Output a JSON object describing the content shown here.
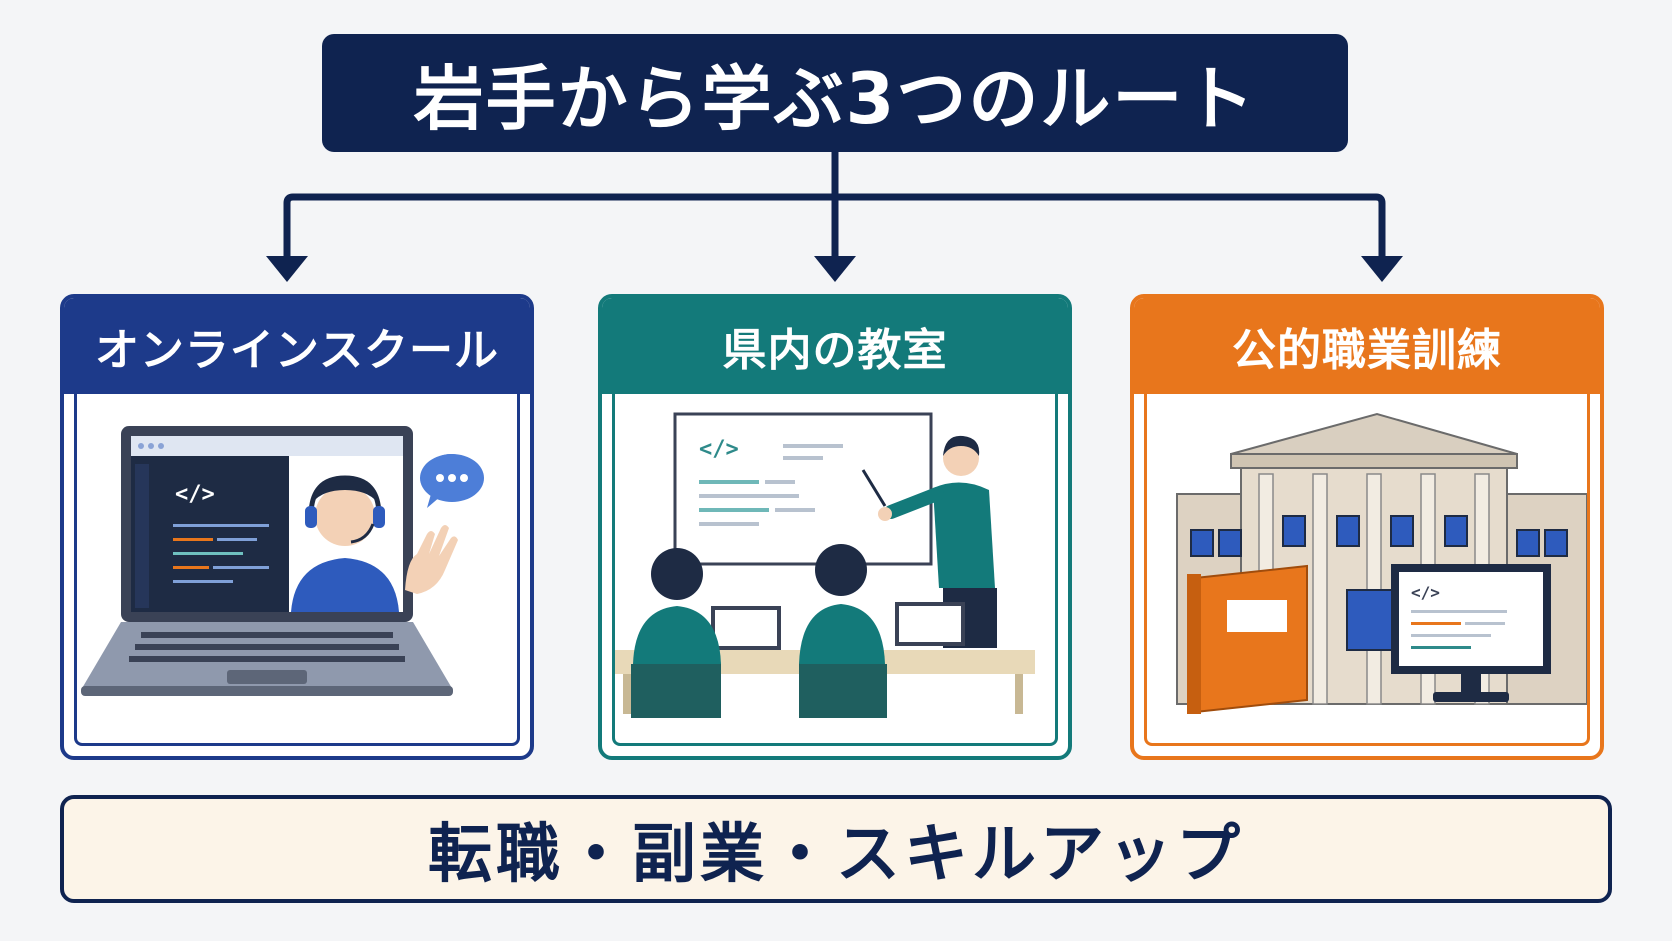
{
  "title": "岩手から学ぶ3つのルート",
  "routes": [
    {
      "label": "オンラインスクール",
      "icon": "online-lesson-illustration",
      "color": "#1d3a8a"
    },
    {
      "label": "県内の教室",
      "icon": "classroom-illustration",
      "color": "#137a7a"
    },
    {
      "label": "公的職業訓練",
      "icon": "public-building-illustration",
      "color": "#e8761c"
    }
  ],
  "code_glyph": "</>",
  "goal": "転職・副業・スキルアップ",
  "colors": {
    "navy": "#0f2350",
    "goal_bg": "#fcf4e8"
  }
}
